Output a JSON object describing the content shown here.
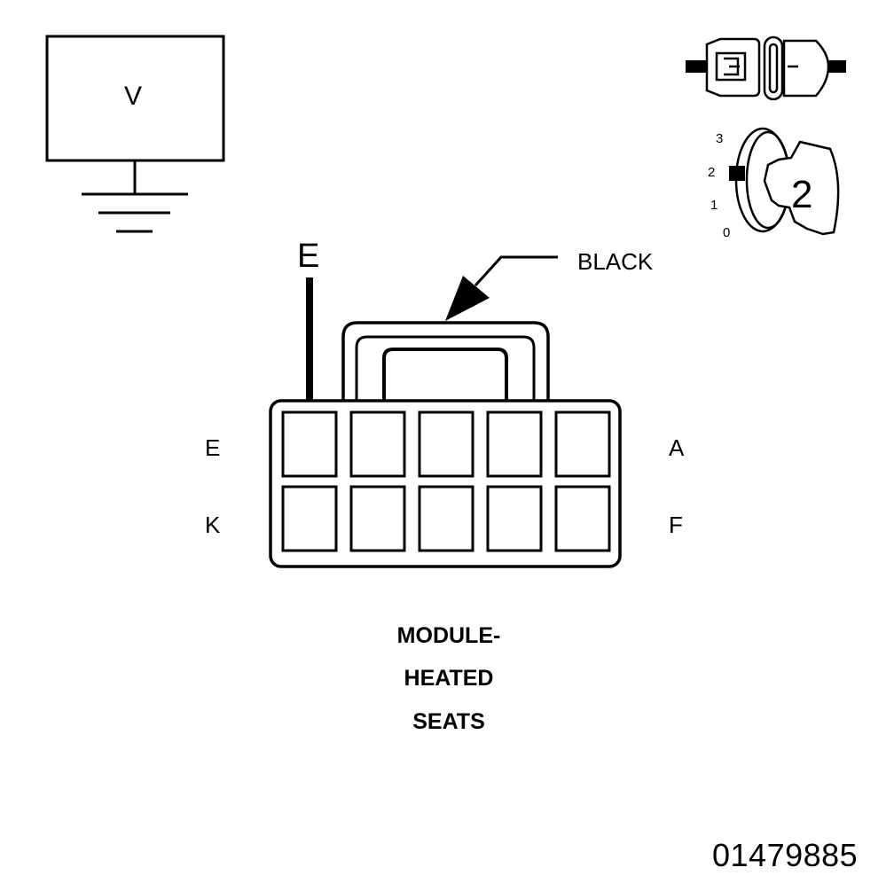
{
  "voltmeter": {
    "label": "V"
  },
  "connector": {
    "name_lines": [
      "MODULE-",
      "HEATED",
      "SEATS"
    ],
    "color": "BLACK",
    "probe_pin": "E",
    "pin_labels": {
      "top_left": "E",
      "top_right": "A",
      "bottom_left": "K",
      "bottom_right": "F"
    },
    "rows": 2,
    "cols": 5
  },
  "ignition_switch": {
    "positions": [
      "3",
      "2",
      "1",
      "0"
    ],
    "selected": "2"
  },
  "figure_id": "01479885",
  "colors": {
    "ink": "#000000",
    "paper": "#ffffff"
  },
  "icons": [
    "voltmeter-icon",
    "ground-symbol-icon",
    "connector-icon",
    "ignition-key-icon",
    "ignition-switch-icon",
    "probe-arrow-icon"
  ]
}
